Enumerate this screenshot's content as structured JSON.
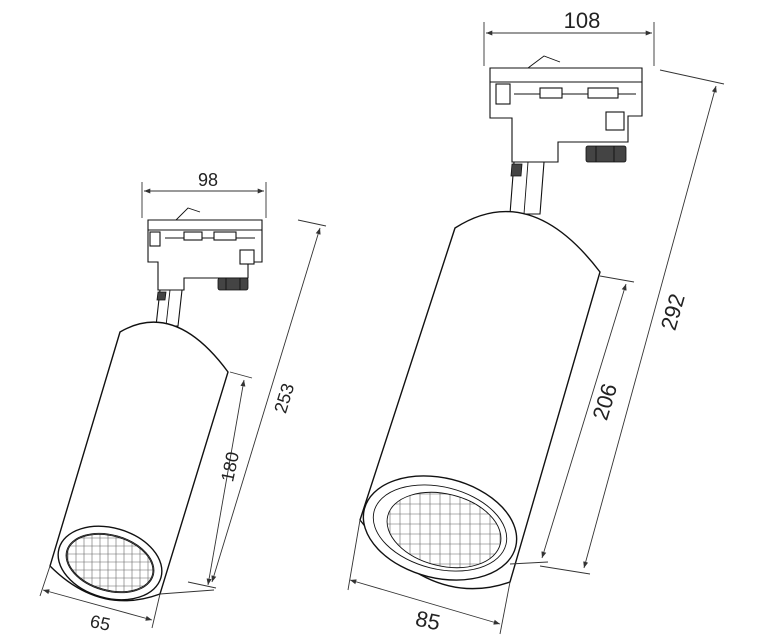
{
  "small_lamp": {
    "width_adapter": "98",
    "diameter": "65",
    "body_length": "180",
    "total_length": "253"
  },
  "large_lamp": {
    "width_adapter": "108",
    "diameter": "85",
    "body_length": "206",
    "total_length": "292"
  }
}
